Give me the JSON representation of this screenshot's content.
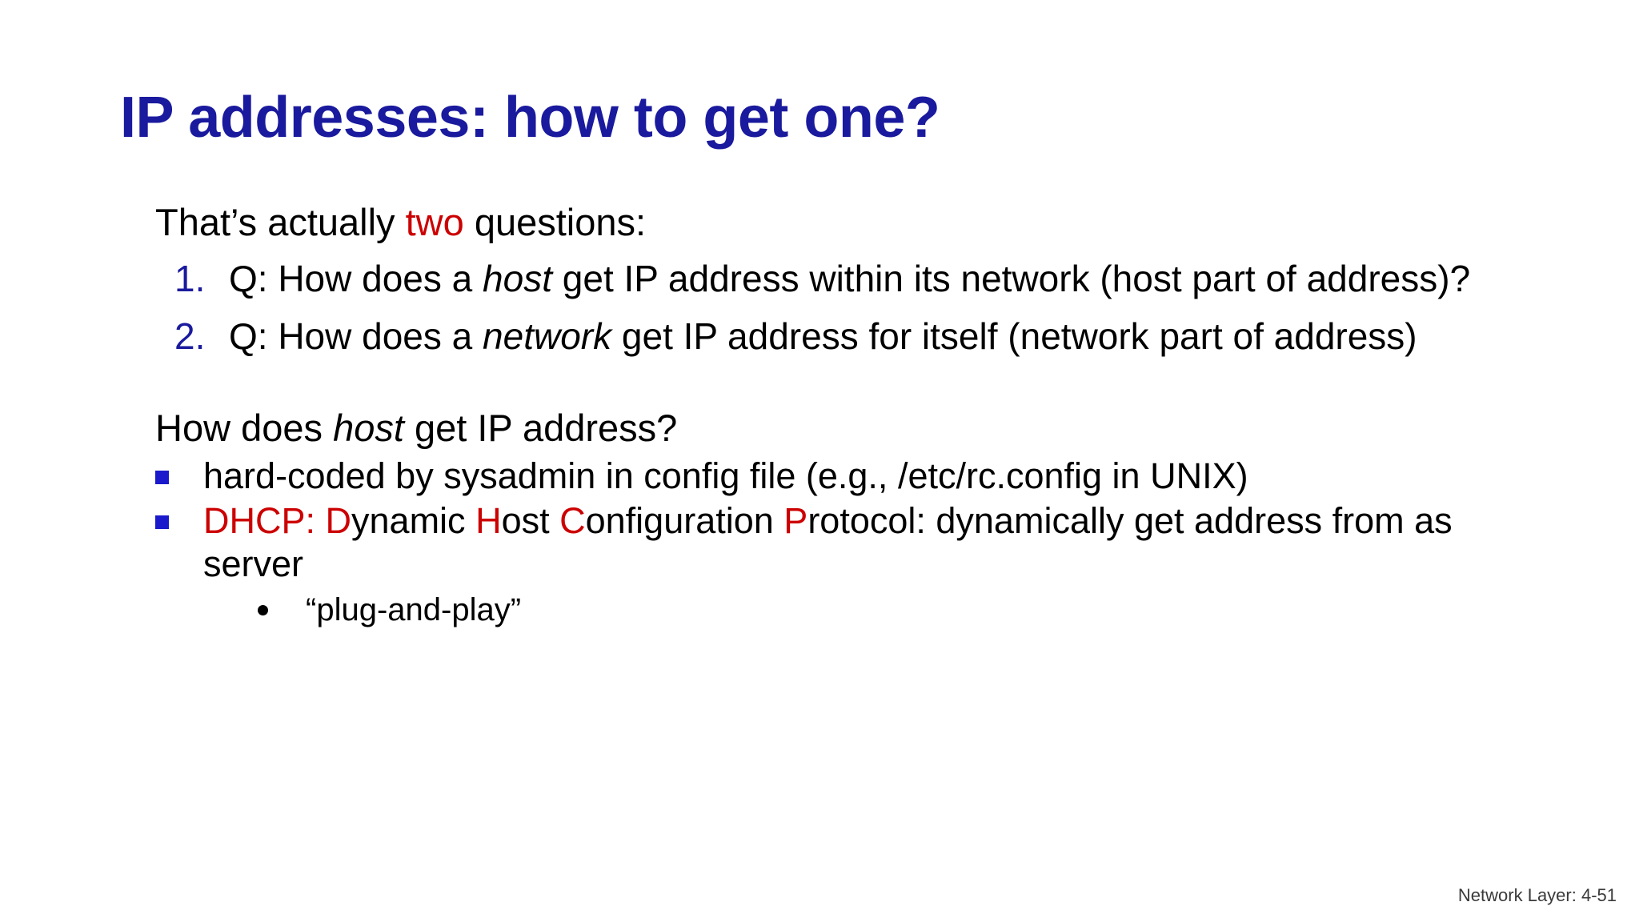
{
  "slide": {
    "title": "IP addresses: how to get one?",
    "colors": {
      "title_blue": "#1a1a9e",
      "accent_red": "#cc0000",
      "number_blue": "#1a1a9e",
      "bullet_blue": "#1a1acc",
      "body_black": "#000000",
      "background": "#ffffff",
      "footer_gray": "#3a3a3a"
    },
    "lead": {
      "before": "That’s actually ",
      "emphasis": "two",
      "after": " questions:"
    },
    "questions": [
      {
        "number": "1.",
        "part1": "Q: How does a ",
        "italic": "host",
        "part2": " get IP address within its network (host part of address)?"
      },
      {
        "number": "2.",
        "part1": "Q: How does a ",
        "italic": "network",
        "part2": " get IP address for itself (network part of address)"
      }
    ],
    "section_heading": {
      "part1": "How does ",
      "italic": "host",
      "part2": " get IP address?"
    },
    "bullets": [
      {
        "marker": "square-bullet",
        "text": "hard-coded by sysadmin in config file (e.g., /etc/rc.config in UNIX)"
      },
      {
        "marker": "square-bullet",
        "dhcp_label": "DHCP: ",
        "d": "D",
        "ynamic": "ynamic ",
        "h": "H",
        "ost": "ost ",
        "c": "C",
        "onfiguration": "onfiguration ",
        "p": "P",
        "rotocol_tail": "rotocol: dynamically get address from as server",
        "subbullets": [
          {
            "marker": "round-bullet",
            "text": "“plug-and-play”"
          }
        ]
      }
    ],
    "footer": "Network Layer: 4-51"
  }
}
